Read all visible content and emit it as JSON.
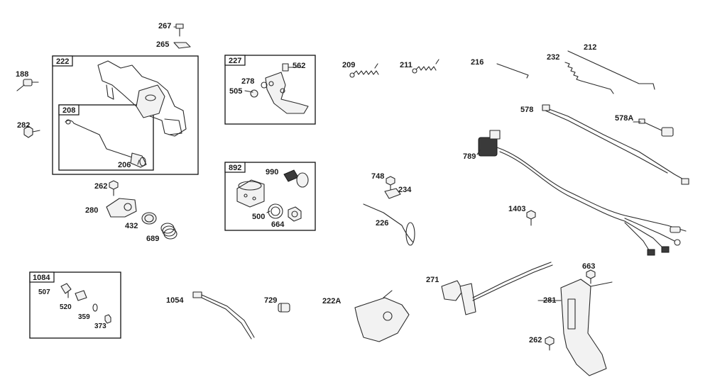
{
  "groups": [
    {
      "id": "222"
    },
    {
      "id": "208"
    },
    {
      "id": "227"
    },
    {
      "id": "892"
    },
    {
      "id": "1084"
    }
  ],
  "labels": [
    {
      "key": "p267",
      "text": "267"
    },
    {
      "key": "p265",
      "text": "265"
    },
    {
      "key": "p188",
      "text": "188"
    },
    {
      "key": "p282",
      "text": "282"
    },
    {
      "key": "p206",
      "text": "206"
    },
    {
      "key": "p562",
      "text": "562"
    },
    {
      "key": "p278",
      "text": "278"
    },
    {
      "key": "p505",
      "text": "505"
    },
    {
      "key": "p209",
      "text": "209"
    },
    {
      "key": "p211",
      "text": "211"
    },
    {
      "key": "p216",
      "text": "216"
    },
    {
      "key": "p232",
      "text": "232"
    },
    {
      "key": "p212",
      "text": "212"
    },
    {
      "key": "p578",
      "text": "578"
    },
    {
      "key": "p578A",
      "text": "578A"
    },
    {
      "key": "p789",
      "text": "789"
    },
    {
      "key": "p990",
      "text": "990"
    },
    {
      "key": "p500",
      "text": "500"
    },
    {
      "key": "p664",
      "text": "664"
    },
    {
      "key": "p748",
      "text": "748"
    },
    {
      "key": "p234",
      "text": "234"
    },
    {
      "key": "p226",
      "text": "226"
    },
    {
      "key": "p1403",
      "text": "1403"
    },
    {
      "key": "p262a",
      "text": "262"
    },
    {
      "key": "p280",
      "text": "280"
    },
    {
      "key": "p432",
      "text": "432"
    },
    {
      "key": "p689",
      "text": "689"
    },
    {
      "key": "p507",
      "text": "507"
    },
    {
      "key": "p520",
      "text": "520"
    },
    {
      "key": "p359",
      "text": "359"
    },
    {
      "key": "p373",
      "text": "373"
    },
    {
      "key": "p1054",
      "text": "1054"
    },
    {
      "key": "p729",
      "text": "729"
    },
    {
      "key": "p222A",
      "text": "222A"
    },
    {
      "key": "p271",
      "text": "271"
    },
    {
      "key": "p663",
      "text": "663"
    },
    {
      "key": "p281",
      "text": "281"
    },
    {
      "key": "p262b",
      "text": "262"
    }
  ]
}
